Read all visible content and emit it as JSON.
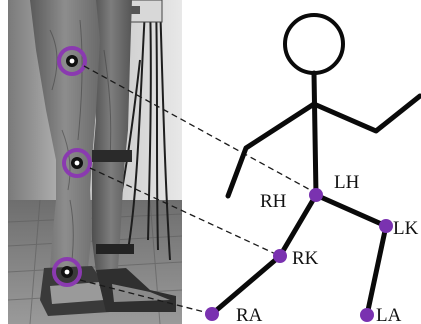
{
  "colors": {
    "sensor_ring": "#8a3ab0",
    "sensor_dot": "#ffffff",
    "stick_figure": "#0a0a0a",
    "joint_dot": "#7a32b0",
    "leader_line": "#1a1a1a"
  },
  "photo": {
    "description_icon": "photo-legs-with-sensors"
  },
  "joints": [
    {
      "id": "LH",
      "label": "LH"
    },
    {
      "id": "RH",
      "label": "RH"
    },
    {
      "id": "LK",
      "label": "LK"
    },
    {
      "id": "RK",
      "label": "RK"
    },
    {
      "id": "RA",
      "label": "RA"
    },
    {
      "id": "LA",
      "label": "LA"
    }
  ]
}
